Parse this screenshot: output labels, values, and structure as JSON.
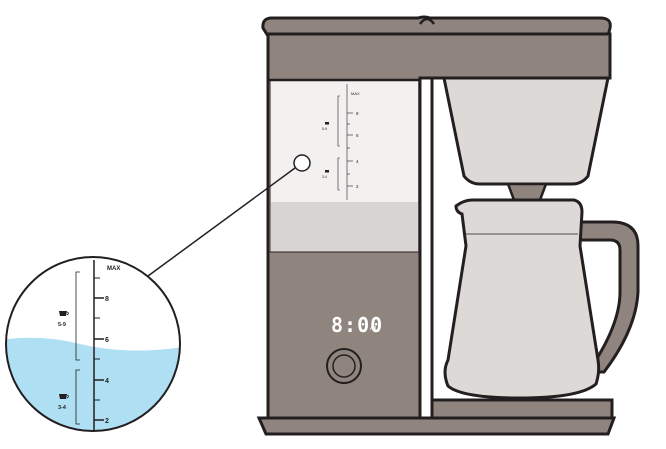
{
  "colors": {
    "body": "#8f857e",
    "outline": "#231f20",
    "reservoir_light": "#f2f1f0",
    "reservoir_mid": "#d7d4d2",
    "carafe": "#dcd9d7",
    "water": "#aedff2",
    "lens_bg": "#ffffff"
  },
  "clock": {
    "time": "8:00",
    "ampm": "AM"
  },
  "reservoir_scale": {
    "max_label": "MAX",
    "ticks": [
      "8",
      "6",
      "4",
      "2"
    ],
    "group_upper": "5-9",
    "group_lower": "3-4"
  },
  "magnifier": {
    "max_label": "MAX",
    "ticks": [
      "8",
      "6",
      "4",
      "2"
    ],
    "group_upper": "5-9",
    "group_lower": "3-4",
    "water_level_fraction": 0.58
  },
  "icons": [
    "cup-icon",
    "power-dial-icon",
    "magnifier-lens"
  ]
}
